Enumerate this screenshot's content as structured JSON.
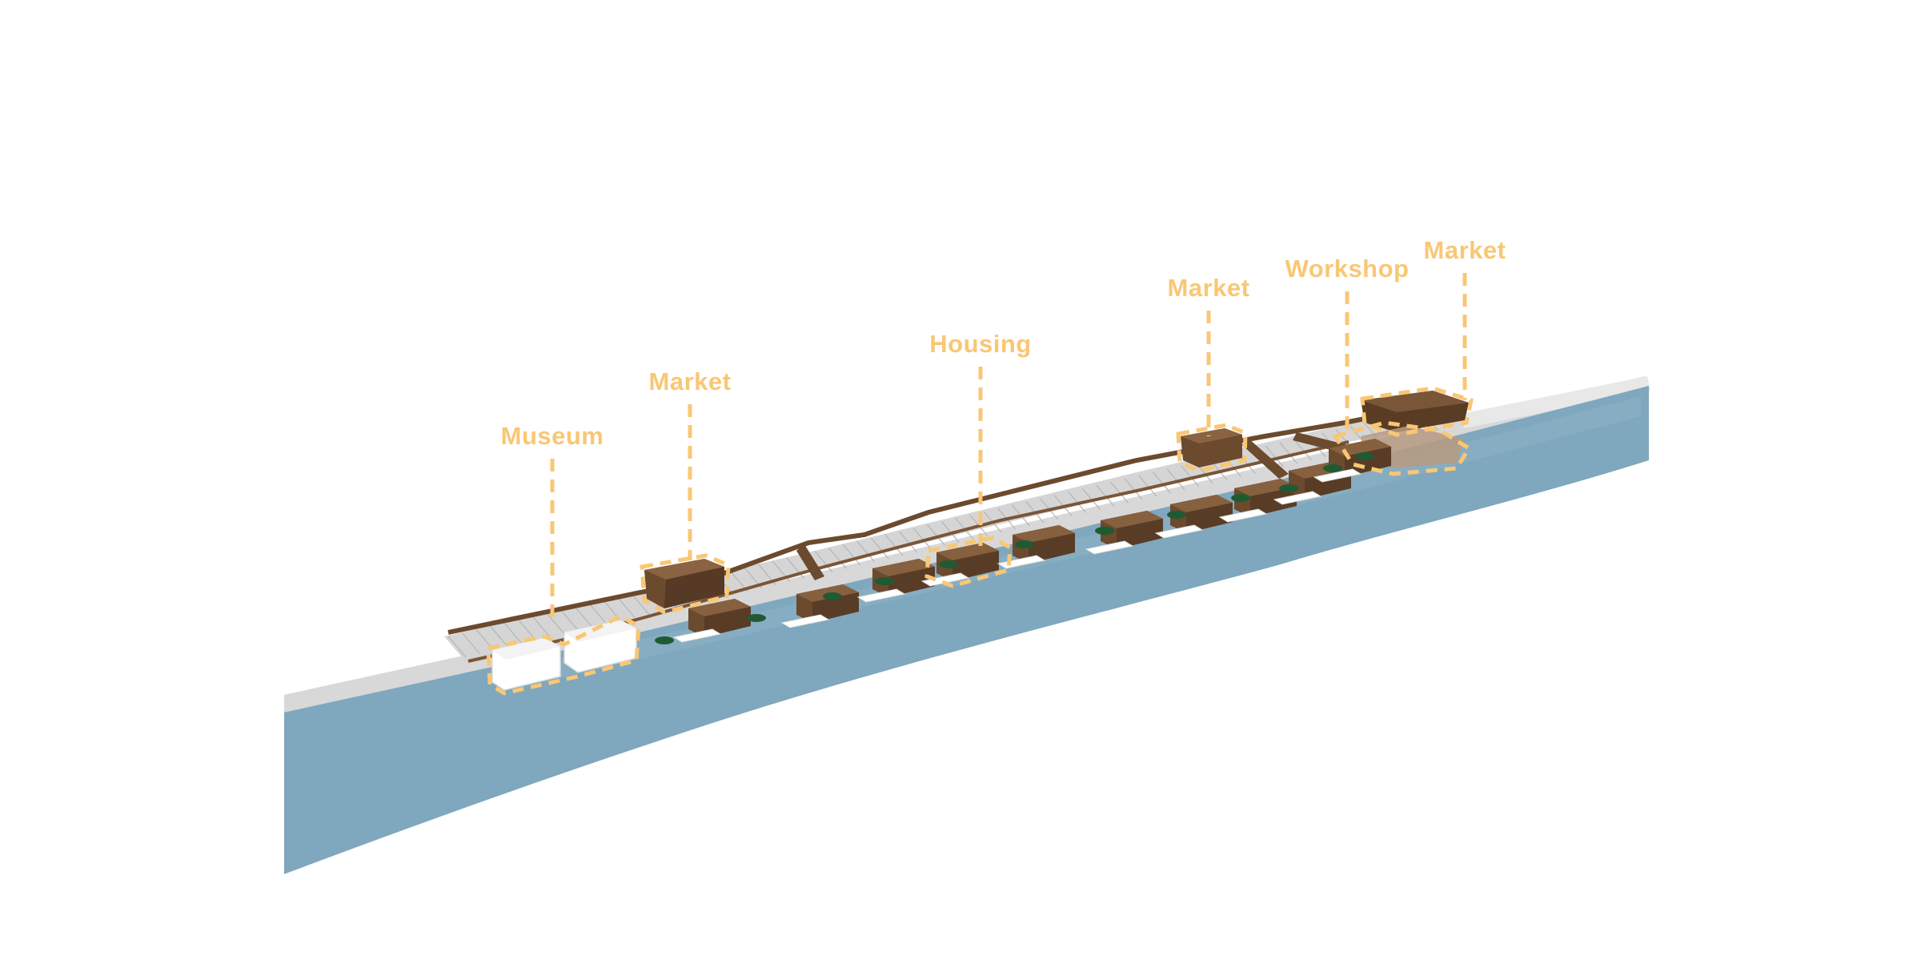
{
  "diagram": {
    "colors": {
      "background": "#ffffff",
      "river": "#7fa7bd",
      "river_edge": "#6f97ad",
      "bank": "#e6e6e6",
      "bank_shadow": "#cfcfcf",
      "walkway": "#d9d9d9",
      "walkway_lines": "#b8b8b8",
      "wood": "#6b4a2e",
      "wood_dark": "#4a3120",
      "museum_block": "#ffffff",
      "greenery": "#1f5a33",
      "callout": "#f9c774"
    },
    "labels": [
      {
        "id": "museum",
        "text": "Museum"
      },
      {
        "id": "market-1",
        "text": "Market"
      },
      {
        "id": "housing",
        "text": "Housing"
      },
      {
        "id": "market-2",
        "text": "Market"
      },
      {
        "id": "workshop",
        "text": "Workshop"
      },
      {
        "id": "market-3",
        "text": "Market"
      }
    ]
  }
}
